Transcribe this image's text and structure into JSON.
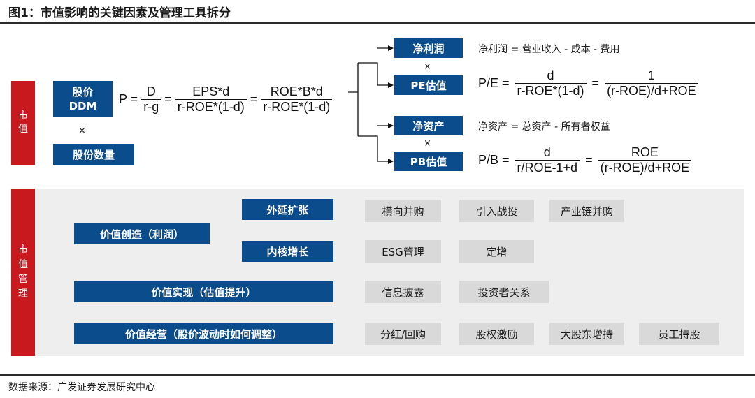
{
  "title": "图1：市值影响的关键因素及管理工具拆分",
  "top": {
    "side_label": "市\n值",
    "box_ddm": "股价\nDDM",
    "times1": "×",
    "box_shares": "股份数量",
    "ddm_formula": {
      "p": "P =",
      "f1_num": "D",
      "f1_den": "r-g",
      "eq1": "=",
      "f2_num": "EPS*d",
      "f2_den": "r-ROE*(1-d)",
      "eq2": "=",
      "f3_num": "ROE*B*d",
      "f3_den": "r-ROE*(1-d)"
    },
    "box_net_profit": "净利润",
    "times2": "×",
    "box_pe": "PE估值",
    "net_profit_note": "净利润 = 营业收入 - 成本 - 费用",
    "pe_formula": {
      "lhs": "P/E =",
      "f1_num": "d",
      "f1_den": "r-ROE*(1-d)",
      "eq": "=",
      "f2_num": "1",
      "f2_den": "(r-ROE)/d+ROE"
    },
    "box_net_assets": "净资产",
    "times3": "×",
    "box_pb": "PB估值",
    "net_assets_note": "净资产 = 总资产 - 所有者权益",
    "pb_formula": {
      "lhs": "P/B =",
      "f1_num": "d",
      "f1_den": "r/ROE-1+d",
      "eq": "=",
      "f2_num": "ROE",
      "f2_den": "(r-ROE)/d+ROE"
    }
  },
  "bottom": {
    "side_label": "市\n值\n管\n理",
    "value_creation": "价值创造（利润）",
    "external_expansion": "外延扩张",
    "internal_growth": "内核增长",
    "value_realization": "价值实现（估值提升）",
    "value_operation": "价值经营（股价波动时如何调整）",
    "tools_row1": [
      "横向并购",
      "引入战投",
      "产业链并购"
    ],
    "tools_row2": [
      "ESG管理",
      "定增"
    ],
    "tools_row3": [
      "信息披露",
      "投资者关系"
    ],
    "tools_row4": [
      "分红/回购",
      "股权激励",
      "大股东增持",
      "员工持股"
    ]
  },
  "source": "数据来源：广发证券发展研究中心"
}
